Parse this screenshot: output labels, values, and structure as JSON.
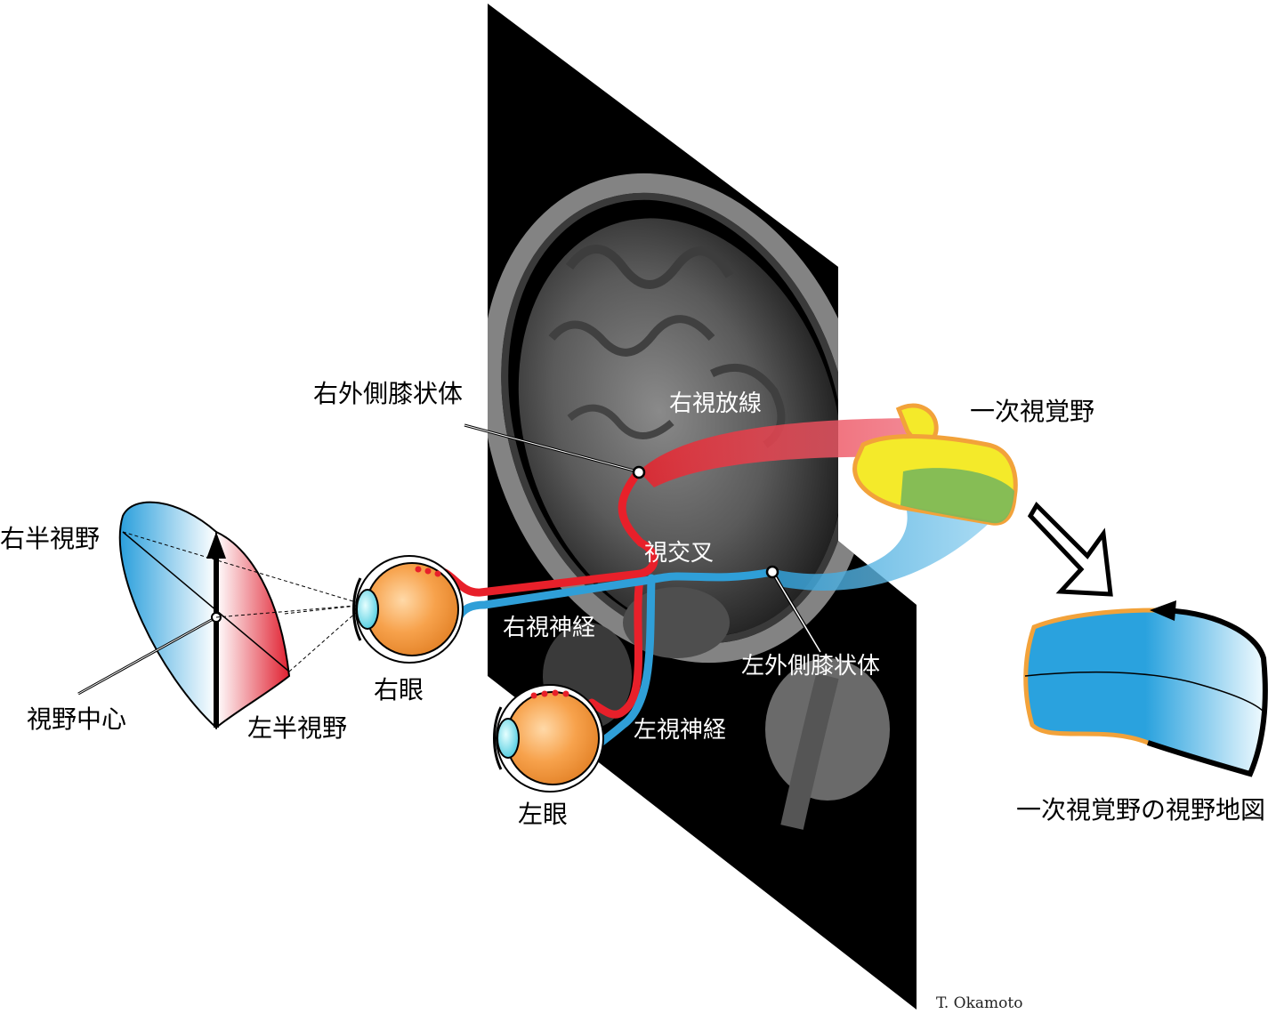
{
  "labels": {
    "right_visual_field": "右半視野",
    "left_visual_field": "左半視野",
    "visual_field_center": "視野中心",
    "right_eye": "右眼",
    "left_eye": "左眼",
    "right_lgn": "右外側膝状体",
    "left_lgn": "左外側膝状体",
    "right_optic_radiation": "右視放線",
    "optic_chiasm": "視交叉",
    "right_optic_nerve": "右視神経",
    "left_optic_nerve": "左視神経",
    "primary_visual_cortex": "一次視覚野",
    "v1_visual_field_map": "一次視覚野の視野地図"
  },
  "credit": "T. Okamoto",
  "colors": {
    "right_pathway": "#e8202a",
    "left_pathway": "#2f9fd8",
    "eye_orange": "#f6a04a",
    "cortex_yellow": "#f4ea2a",
    "cortex_outline": "#f2a23a",
    "mri_background": "#000000"
  }
}
